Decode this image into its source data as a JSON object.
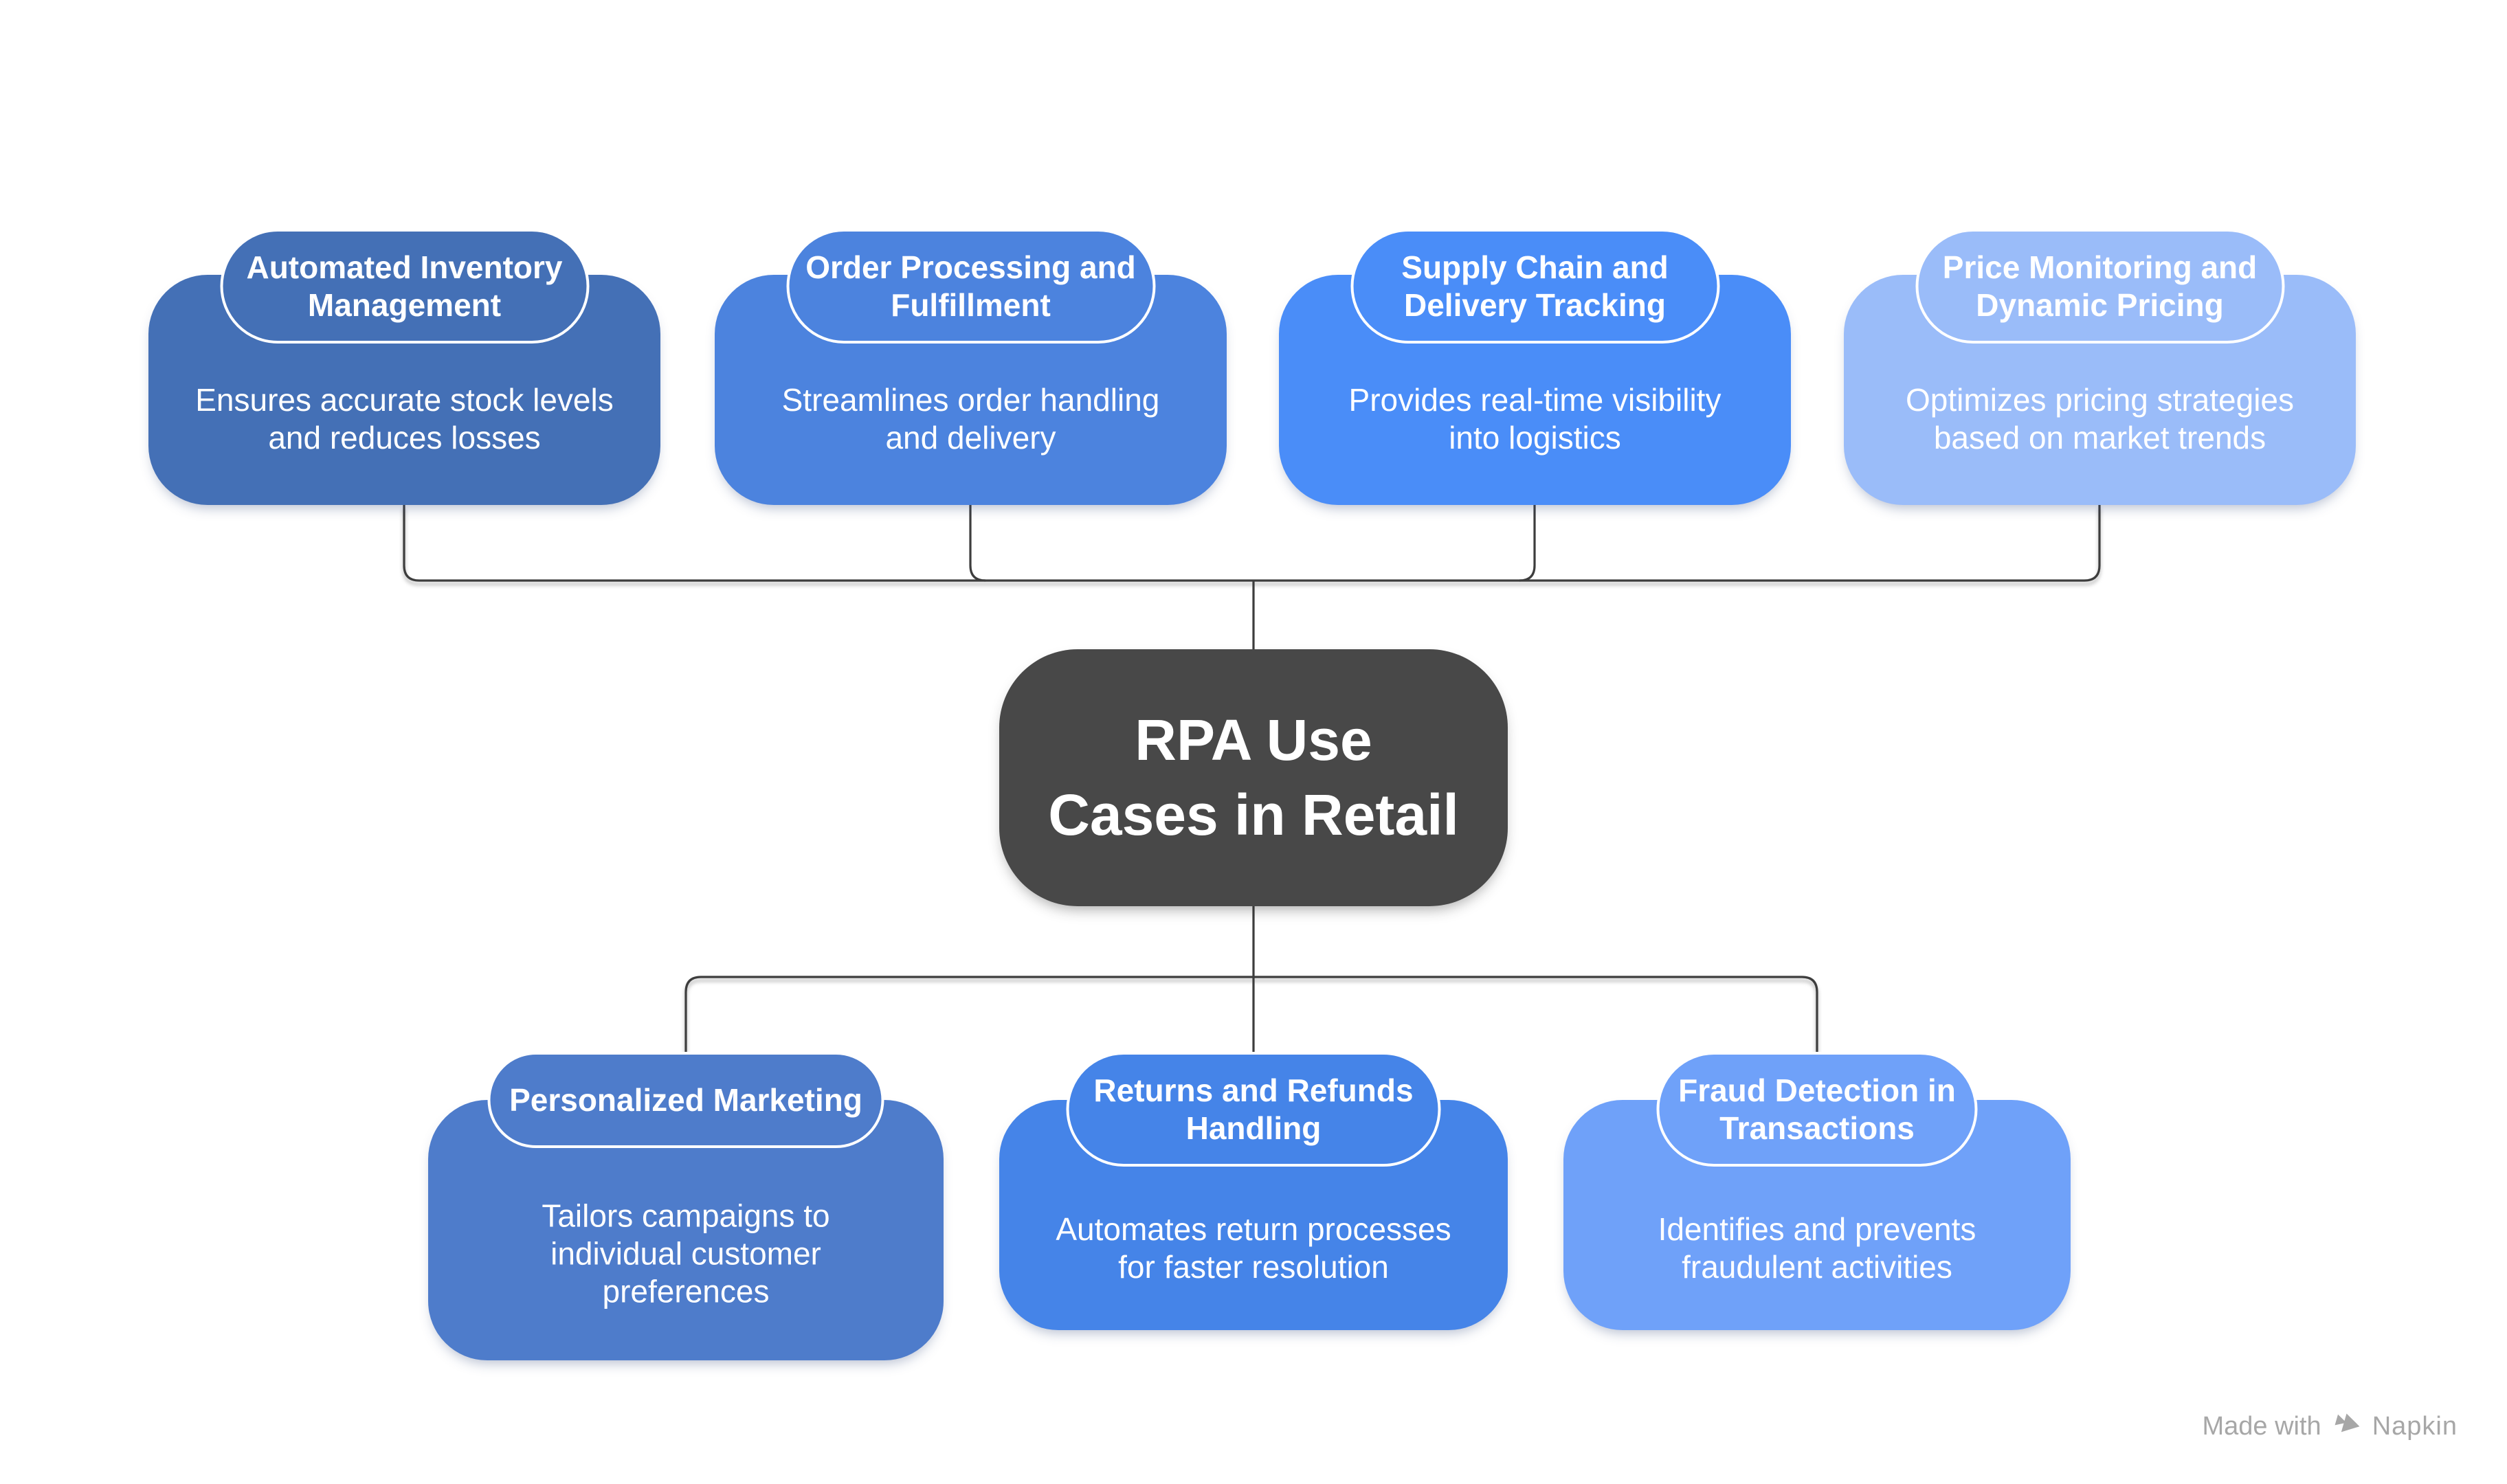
{
  "diagram": {
    "background": "#ffffff",
    "connector_color": "#3d3d3d",
    "center": {
      "title": "RPA Use Cases in Retail",
      "title_lines": [
        "RPA Use",
        "Cases in Retail"
      ],
      "color": "#484848",
      "text_color": "#ffffff"
    },
    "nodes": [
      {
        "id": "automated-inventory-management",
        "title": "Automated Inventory Management",
        "title_lines": [
          "Automated Inventory",
          "Management"
        ],
        "description": "Ensures accurate stock levels and reduces losses",
        "desc_lines": [
          "Ensures accurate stock levels",
          "and reduces losses"
        ],
        "color": "#4470B6"
      },
      {
        "id": "order-processing-and-fulfillment",
        "title": "Order Processing and Fulfillment",
        "title_lines": [
          "Order Processing and",
          "Fulfillment"
        ],
        "description": "Streamlines order handling and delivery",
        "desc_lines": [
          "Streamlines order handling",
          "and delivery"
        ],
        "color": "#4C83DE"
      },
      {
        "id": "supply-chain-and-delivery-tracking",
        "title": "Supply Chain and Delivery Tracking",
        "title_lines": [
          "Supply Chain and",
          "Delivery Tracking"
        ],
        "description": "Provides real-time visibility into logistics",
        "desc_lines": [
          "Provides real-time visibility",
          "into logistics"
        ],
        "color": "#4A8DF8"
      },
      {
        "id": "price-monitoring-and-dynamic-pricing",
        "title": "Price Monitoring and Dynamic Pricing",
        "title_lines": [
          "Price Monitoring and",
          "Dynamic Pricing"
        ],
        "description": "Optimizes pricing strategies based on market trends",
        "desc_lines": [
          "Optimizes pricing strategies",
          "based on market trends"
        ],
        "color": "#9ABCF9"
      },
      {
        "id": "personalized-marketing",
        "title": "Personalized Marketing",
        "title_lines": [
          "Personalized Marketing"
        ],
        "description": "Tailors campaigns to individual customer preferences",
        "desc_lines": [
          "Tailors campaigns to",
          "individual customer",
          "preferences"
        ],
        "color": "#4E7CCB"
      },
      {
        "id": "returns-and-refunds-handling",
        "title": "Returns and Refunds Handling",
        "title_lines": [
          "Returns and Refunds",
          "Handling"
        ],
        "description": "Automates return processes for faster resolution",
        "desc_lines": [
          "Automates return processes",
          "for faster resolution"
        ],
        "color": "#4584E8"
      },
      {
        "id": "fraud-detection-in-transactions",
        "title": "Fraud Detection in Transactions",
        "title_lines": [
          "Fraud Detection in",
          "Transactions"
        ],
        "description": "Identifies and prevents fraudulent activities",
        "desc_lines": [
          "Identifies and prevents",
          "fraudulent activities"
        ],
        "color": "#6FA1F9"
      }
    ],
    "footer": {
      "made_with": "Made with",
      "brand": "Napkin",
      "logo": "napkin-logo-icon",
      "color": "#a7a7a7"
    }
  }
}
